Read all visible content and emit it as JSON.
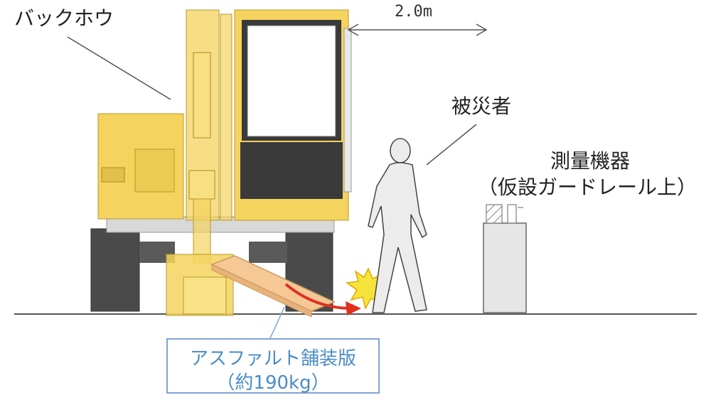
{
  "labels": {
    "backhoe": "バックホウ",
    "dimension": "2.0m",
    "victim": "被災者",
    "survey_equipment": "測量機器",
    "survey_equipment_location": "（仮設ガードレール上）",
    "asphalt_slab": "アスファルト舗装版",
    "asphalt_weight": "（約190kg）"
  },
  "colors": {
    "machine_yellow": "#f4d35e",
    "machine_dark": "#4a4a4a",
    "slab": "#f5c896",
    "arrow": "#e0301e",
    "impact_star": "#f7e43a",
    "callout_border": "#7ea3d8",
    "callout_text": "#4a8cc8",
    "figure": "#ececec"
  }
}
